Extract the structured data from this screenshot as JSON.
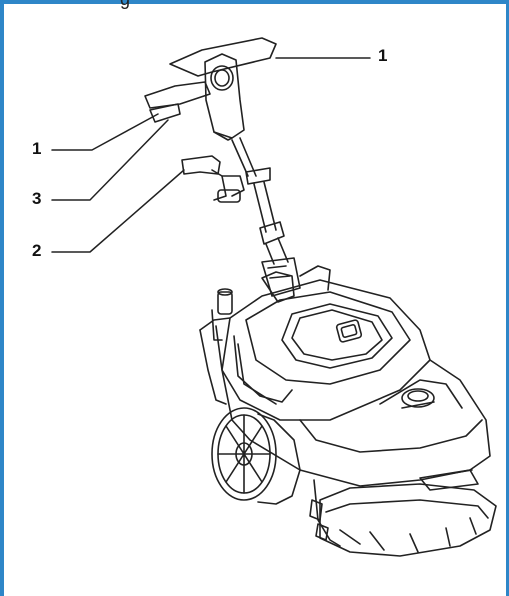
{
  "header": {
    "fragment": "g"
  },
  "callouts": [
    {
      "id": "handle-right",
      "label": "1"
    },
    {
      "id": "handle-left",
      "label": "1"
    },
    {
      "id": "trigger",
      "label": "3"
    },
    {
      "id": "lever",
      "label": "2"
    }
  ],
  "colors": {
    "frame": "#2e86c8",
    "ink": "#222222"
  }
}
